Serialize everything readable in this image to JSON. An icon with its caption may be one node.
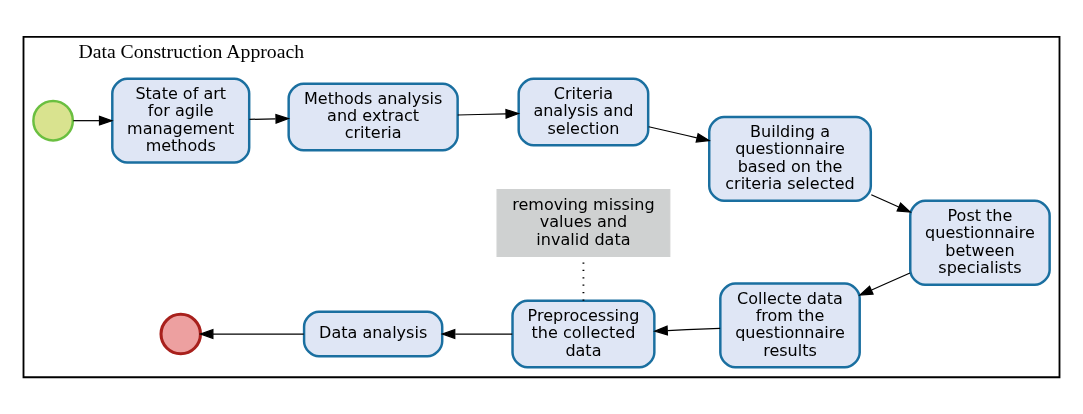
{
  "diagram": {
    "nodes": [
      {
        "text": [
          "Data Construction Approach"
        ]
      },
      {
        "text": [],
        "shape": "circle",
        "in": 0
      },
      {
        "text": [
          "State of art for agile management methods"
        ],
        "in": 0
      },
      {
        "text": [
          "Methods analysis and extract criteria"
        ],
        "in": 0
      },
      {
        "text": [
          "Criteria analysis and selection"
        ],
        "in": 0
      },
      {
        "text": [
          "Building a questionnaire based on the criteria selected"
        ],
        "in": 0
      },
      {
        "text": [
          "Post the questionnaire between specialists"
        ],
        "in": 0
      },
      {
        "text": [
          "Collecte data from the questionnaire results"
        ],
        "in": 0
      },
      {
        "text": [
          "Preprocessing the collected data"
        ],
        "in": 0
      },
      {
        "text": [
          "Data analysis"
        ],
        "in": 0
      },
      {
        "text": [],
        "shape": "circle",
        "in": 0
      },
      {
        "text": [
          "removing missing values and invalid data"
        ],
        "in": 0
      }
    ],
    "edges": [
      {
        "from": 1,
        "to": 2,
        "arrow": "to"
      },
      {
        "from": 2,
        "to": 3,
        "arrow": "to"
      },
      {
        "from": 3,
        "to": 4,
        "arrow": "to"
      },
      {
        "from": 4,
        "to": 5,
        "arrow": "to"
      },
      {
        "from": 5,
        "to": 6,
        "arrow": "to"
      },
      {
        "from": 6,
        "to": 7,
        "arrow": "to"
      },
      {
        "from": 7,
        "to": 8,
        "arrow": "to"
      },
      {
        "from": 8,
        "to": 9,
        "arrow": "to"
      },
      {
        "from": 9,
        "to": 10,
        "arrow": "to"
      },
      {
        "from": 8,
        "to": 11,
        "arrow": "none",
        "style": "dashed"
      }
    ]
  }
}
